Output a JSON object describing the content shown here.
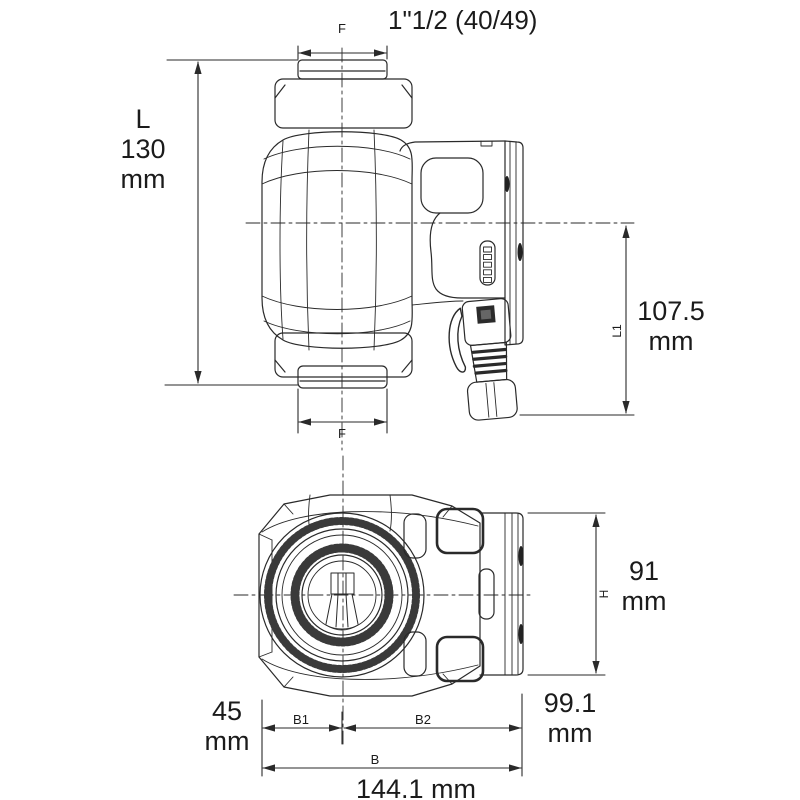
{
  "drawing": {
    "connection_label": "1\"1/2 (40/49)",
    "top_view": {
      "f_top": "F",
      "f_bottom": "F",
      "length": {
        "symbol": "L",
        "value": "130",
        "unit": "mm"
      },
      "l1": {
        "symbol": "L1",
        "value": "107.5",
        "unit": "mm"
      }
    },
    "bottom_view": {
      "height": {
        "symbol": "H",
        "value": "91",
        "unit": "mm"
      },
      "depth": {
        "value": "99.1",
        "unit": "mm"
      },
      "offset": {
        "value": "45",
        "unit": "mm"
      },
      "b1": "B1",
      "b2": "B2",
      "b": "B",
      "width": {
        "value": "144.1",
        "unit": "mm"
      }
    },
    "colors": {
      "line": "#2a2a2a",
      "text": "#1b1b1b",
      "background": "#ffffff"
    }
  }
}
